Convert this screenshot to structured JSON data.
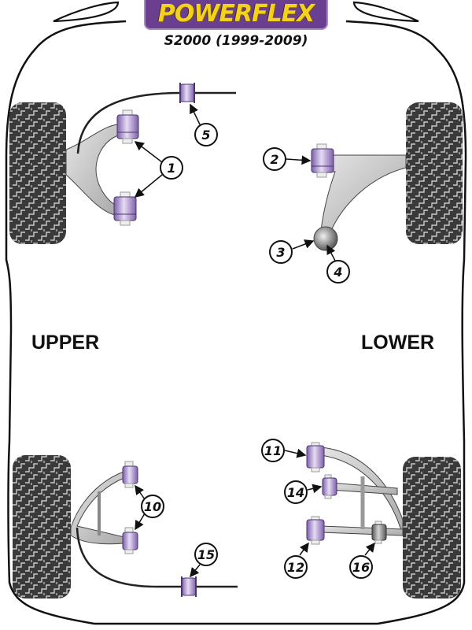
{
  "header": {
    "brand": "POWERFLEX",
    "model": "S2000 (1999-2009)"
  },
  "sections": {
    "upper_label": "UPPER",
    "lower_label": "LOWER"
  },
  "colors": {
    "brand_purple": "#6b3f8f",
    "brand_yellow": "#f4d21c",
    "bushing_purple": "#a98fd0",
    "tyre_dark": "#3a3a3a",
    "arm_grey": "#c8c8c8"
  },
  "callouts": [
    {
      "id": "1",
      "label": "1",
      "group": "front-upper"
    },
    {
      "id": "2",
      "label": "2",
      "group": "front-lower"
    },
    {
      "id": "3",
      "label": "3",
      "group": "front-lower"
    },
    {
      "id": "4",
      "label": "4",
      "group": "front-lower"
    },
    {
      "id": "5",
      "label": "5",
      "group": "front-antiroll"
    },
    {
      "id": "10",
      "label": "10",
      "group": "rear-upper"
    },
    {
      "id": "11",
      "label": "11",
      "group": "rear-lower"
    },
    {
      "id": "12",
      "label": "12",
      "group": "rear-lower"
    },
    {
      "id": "14",
      "label": "14",
      "group": "rear-lower"
    },
    {
      "id": "15",
      "label": "15",
      "group": "rear-antiroll"
    },
    {
      "id": "16",
      "label": "16",
      "group": "rear-lower"
    }
  ]
}
